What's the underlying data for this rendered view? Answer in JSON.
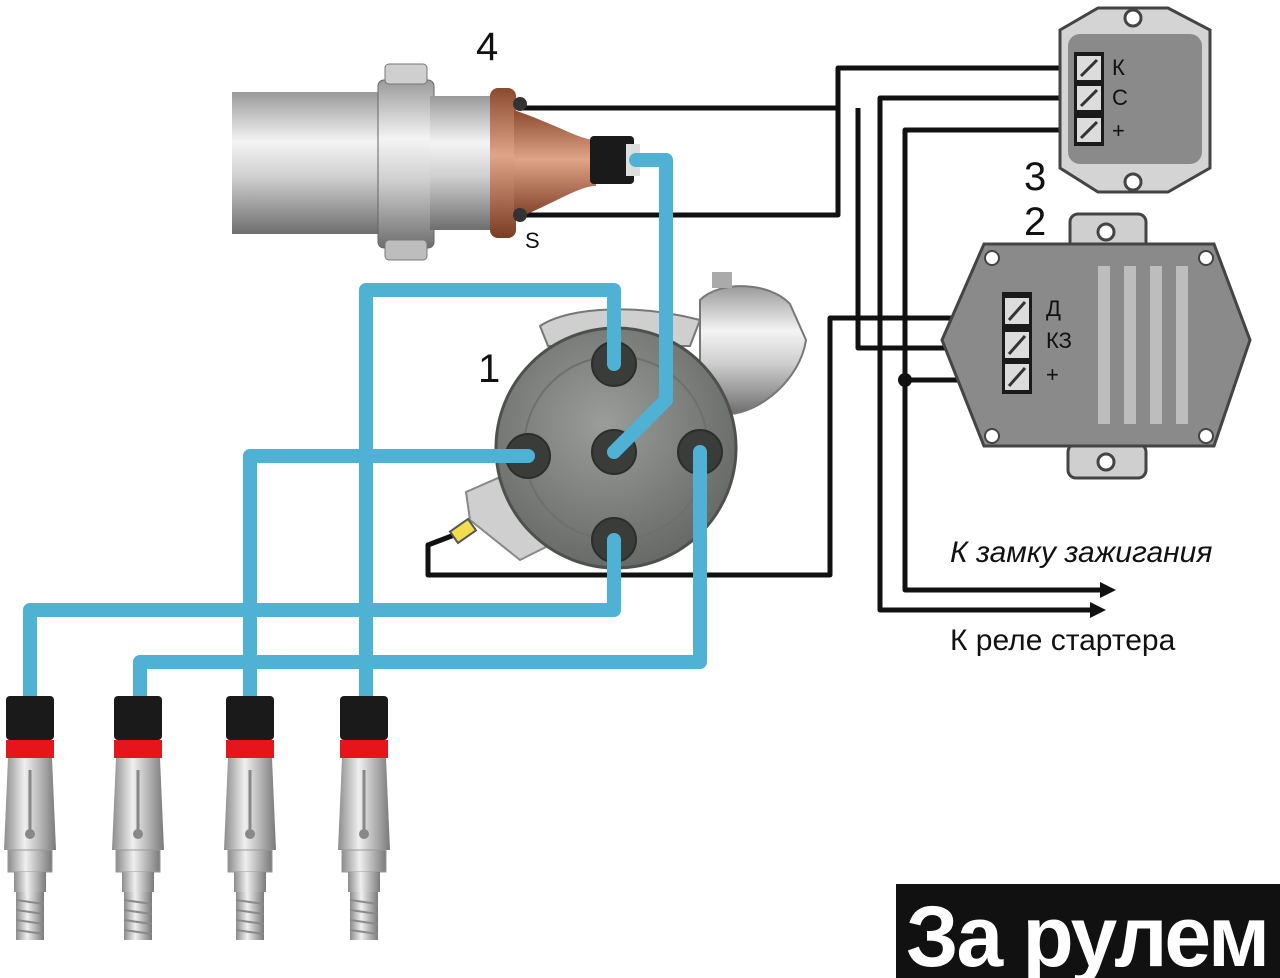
{
  "labels": {
    "distributor_number": "1",
    "switch_number": "2",
    "resistor_number": "3",
    "coil_number": "4",
    "coil_terminal_s": "S"
  },
  "resistor_terminals": [
    "К",
    "С",
    "+"
  ],
  "switch_terminals": [
    "Д",
    "КЗ",
    "+"
  ],
  "destinations": {
    "ignition_lock": "К замку зажигания",
    "starter_relay": "К реле стартера"
  },
  "logo": "За рулем",
  "colors": {
    "hv_wire": "#4fb1d3",
    "lv_wire": "#111111",
    "boot_red": "#e5151b",
    "coil_copper": "#b86a48",
    "distributor_grey": "#7c7f7c"
  }
}
